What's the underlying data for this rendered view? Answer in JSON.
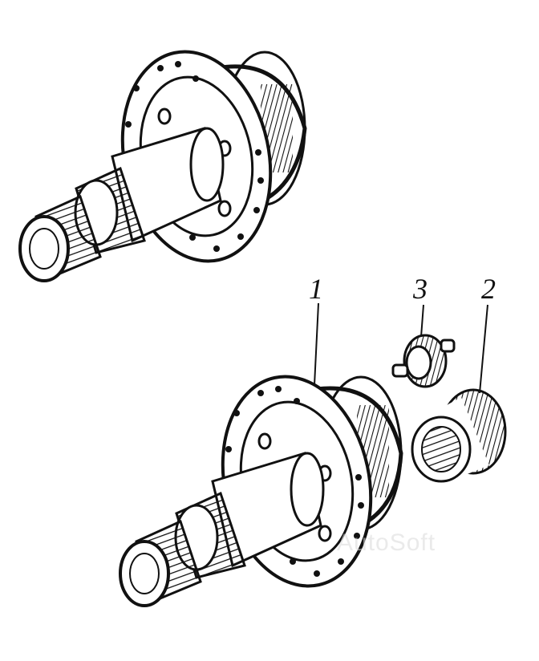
{
  "callouts": {
    "label_1": "1",
    "label_2": "2",
    "label_3": "3"
  },
  "watermark": "AutoSoft",
  "colors": {
    "ink": "#111111",
    "paper": "#ffffff"
  },
  "parts": [
    {
      "callout": "1",
      "name": "hub-flange-shaft"
    },
    {
      "callout": "2",
      "name": "splined-gear"
    },
    {
      "callout": "3",
      "name": "small-pinion"
    }
  ]
}
